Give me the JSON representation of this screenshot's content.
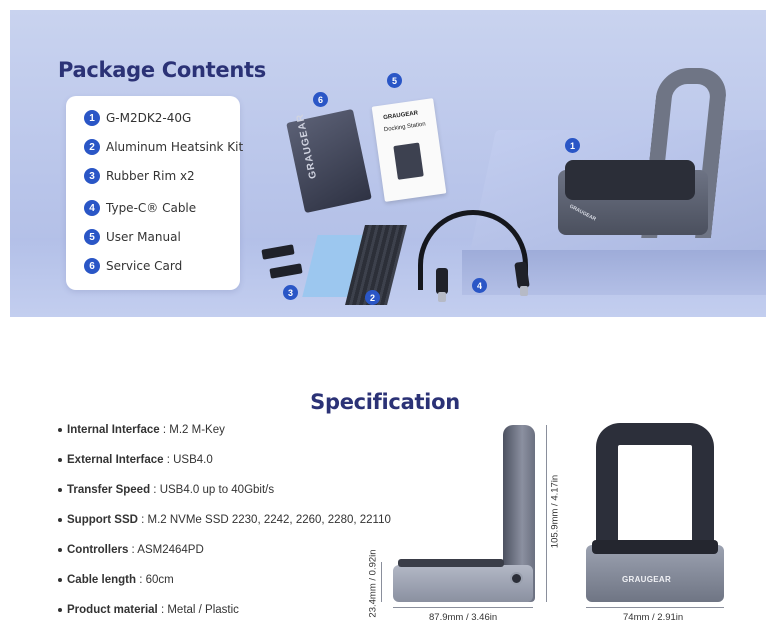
{
  "package": {
    "title": "Package Contents",
    "items": [
      {
        "num": "1",
        "label": "G-M2DK2-40G"
      },
      {
        "num": "2",
        "label": "Aluminum Heatsink Kit"
      },
      {
        "num": "3",
        "label": "Rubber Rim x2"
      },
      {
        "num": "4",
        "label": "Type-C® Cable"
      },
      {
        "num": "5",
        "label": "User Manual"
      },
      {
        "num": "6",
        "label": "Service Card"
      }
    ],
    "callouts": [
      "1",
      "2",
      "3",
      "4",
      "5",
      "6"
    ],
    "card_text": "GRAUGEAR",
    "manual_logo": "GRAUGEAR",
    "manual_title": "Docking Station"
  },
  "spec": {
    "title": "Specification",
    "rows": [
      {
        "key": "Internal Interface",
        "value": "M.2 M-Key"
      },
      {
        "key": "External Interface",
        "value": "USB4.0"
      },
      {
        "key": "Transfer Speed",
        "value": "USB4.0 up to 40Gbit/s"
      },
      {
        "key": "Support SSD",
        "value": "M.2 NVMe SSD 2230, 2242, 2260, 2280, 22110"
      },
      {
        "key": "Controllers",
        "value": "ASM2464PD"
      },
      {
        "key": "Cable length",
        "value": "60cm"
      },
      {
        "key": "Product material",
        "value": "Metal / Plastic"
      }
    ],
    "dimensions": {
      "base_height": "23.4mm / 0.92in",
      "total_height": "105.9mm / 4.17in",
      "depth": "87.9mm / 3.46in",
      "width": "74mm / 2.91in"
    },
    "brand": "GRAUGEAR"
  },
  "colors": {
    "title": "#2b3276",
    "badge": "#2a56c6",
    "banner": "#bfcaeb"
  }
}
